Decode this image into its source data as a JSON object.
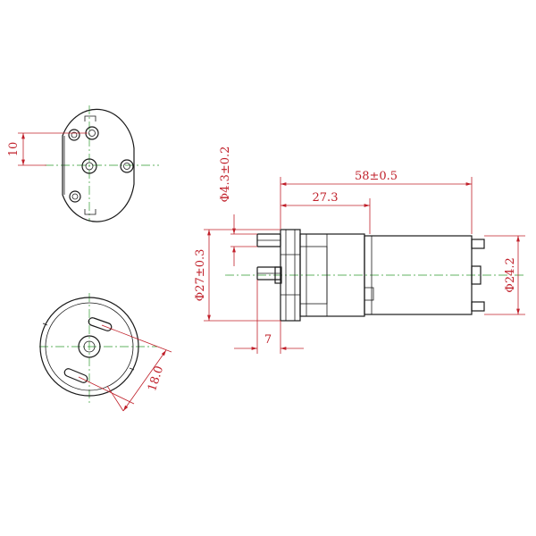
{
  "drawing": {
    "dimensions": {
      "mount_offset": "10",
      "hole_spacing": "18.0",
      "outlet_diameter": "Φ4.3±0.2",
      "overall_length": "58±0.5",
      "body_length": "27.3",
      "pump_diameter": "Φ27±0.3",
      "motor_diameter": "Φ24.2",
      "outlet_length": "7"
    },
    "colors": {
      "outline": "#1a1a1a",
      "dimension": "#c0202a",
      "centerline": "#2e9a2e"
    }
  }
}
